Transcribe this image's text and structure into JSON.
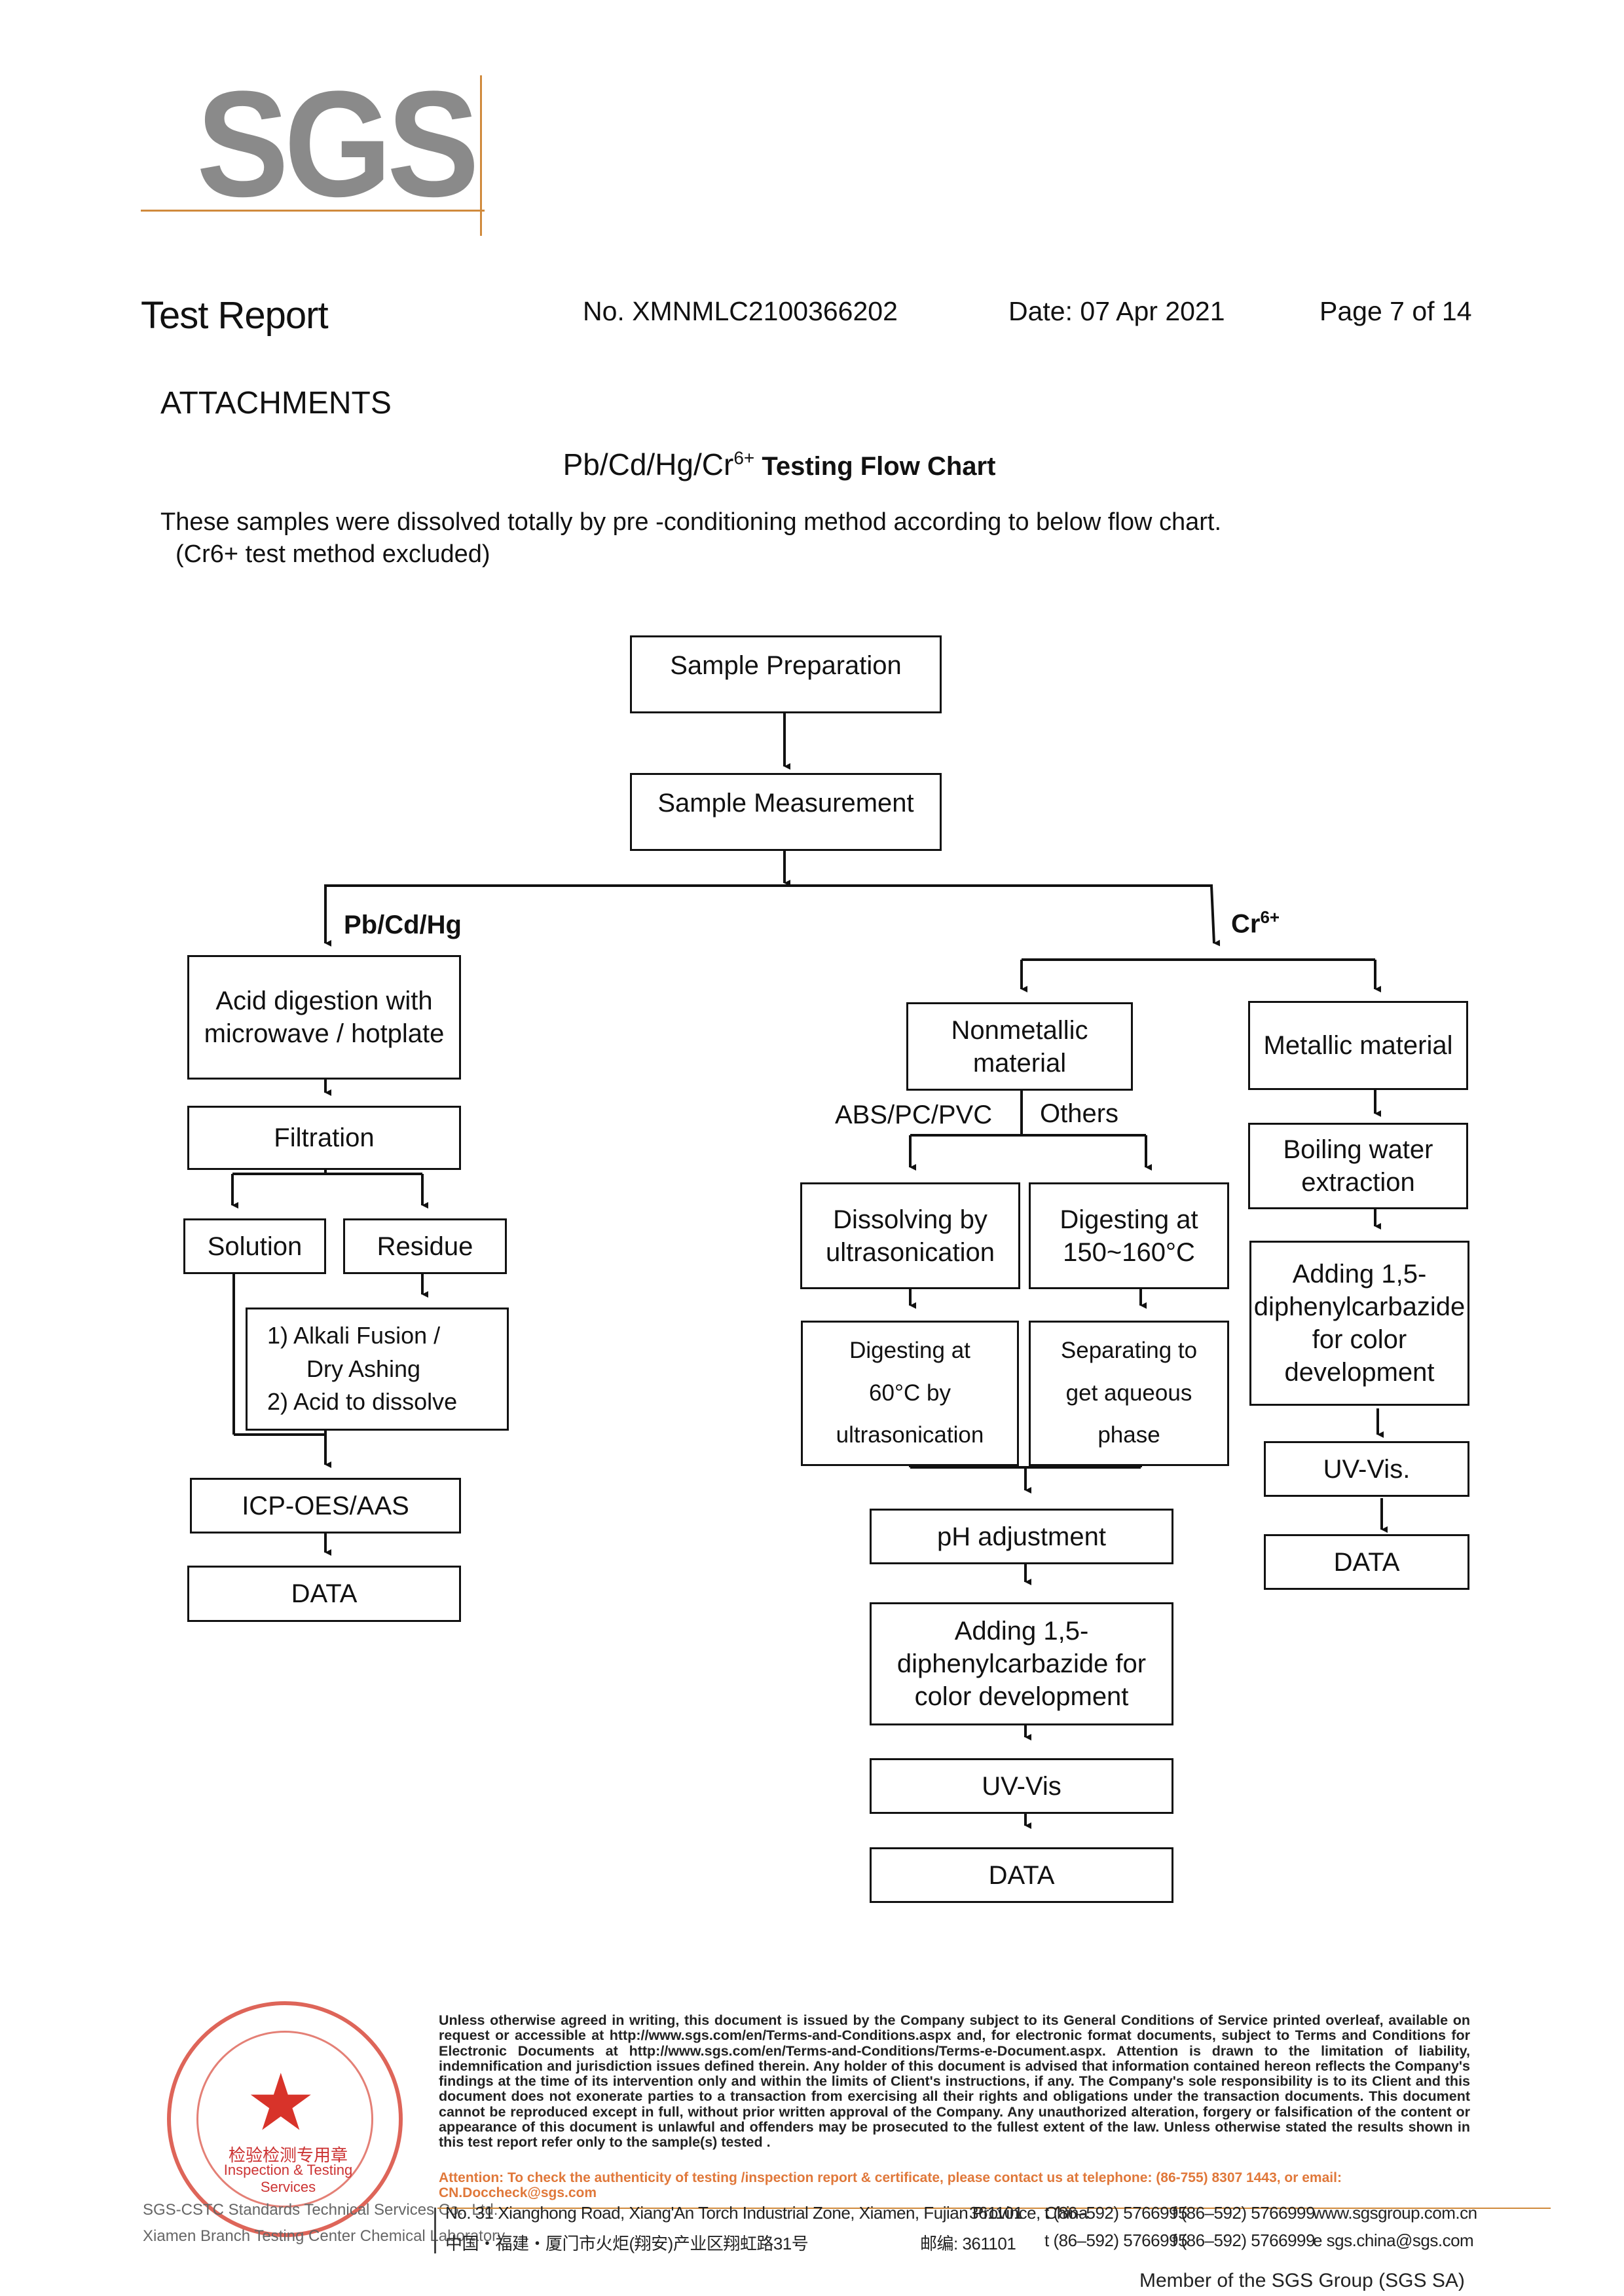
{
  "logo": {
    "text": "SGS"
  },
  "header": {
    "title": "Test Report",
    "number": "No. XMNMLC2100366202",
    "date": "Date: 07 Apr 2021",
    "page": "Page 7 of 14"
  },
  "section": "ATTACHMENTS",
  "chart_title": {
    "main": "Pb/Cd/Hg/Cr",
    "sup": "6+",
    "rest": " Testing Flow Chart"
  },
  "intro": {
    "line1": "These samples were dissolved totally by pre -conditioning method according to below flow chart.",
    "line2": "(Cr6+ test method excluded)"
  },
  "flow": {
    "sample_prep": "Sample Preparation",
    "sample_meas": "Sample Measurement",
    "branch_left": "Pb/Cd/Hg",
    "branch_right": "Cr",
    "branch_right_sup": "6+",
    "acid_digestion": "Acid digestion with microwave / hotplate",
    "filtration": "Filtration",
    "solution": "Solution",
    "residue": "Residue",
    "alkali_1": "1) Alkali Fusion /",
    "alkali_2": "Dry Ashing",
    "alkali_3": "2) Acid to dissolve",
    "icp": "ICP-OES/AAS",
    "data_left": "DATA",
    "nonmetallic": "Nonmetallic material",
    "metallic": "Metallic material",
    "abs": "ABS/PC/PVC",
    "others": "Others",
    "dissolving": "Dissolving by ultrasonication",
    "digesting150": "Digesting at 150~160°C",
    "digesting60_1": "Digesting at",
    "digesting60_2": "60°C by",
    "digesting60_3": "ultrasonication",
    "separating_1": "Separating to",
    "separating_2": "get aqueous",
    "separating_3": "phase",
    "ph": "pH adjustment",
    "adding_mid": "Adding 1,5-diphenylcarbazide for color development",
    "uvvis_mid": "UV-Vis",
    "data_mid": "DATA",
    "boiling": "Boiling water extraction",
    "adding_right": "Adding 1,5-diphenylcarbazide for color development",
    "uvvis_right": "UV-Vis.",
    "data_right": "DATA"
  },
  "footer": {
    "legal": "Unless otherwise agreed in writing, this document is issued by the Company subject to its General Conditions of Service printed overleaf, available on request or accessible at http://www.sgs.com/en/Terms-and-Conditions.aspx and, for electronic format documents, subject to Terms and Conditions for Electronic Documents at http://www.sgs.com/en/Terms-and-Conditions/Terms-e-Document.aspx. Attention is drawn to the limitation of liability, indemnification and jurisdiction issues defined therein. Any holder of this document is advised that information contained hereon reflects the Company's findings at the time of its intervention only and within the limits of Client's instructions, if any. The Company's sole responsibility is to its Client and this document does not exonerate parties to a transaction from exercising all their rights and obligations under the transaction documents. This document cannot be reproduced except in full, without prior written approval of the Company. Any unauthorized alteration, forgery or falsification of the content or appearance of this document is unlawful and offenders may be prosecuted to the fullest extent of the law. Unless otherwise stated the results shown in this test report refer only to the sample(s) tested .",
    "attention": "Attention: To check the authenticity of testing /inspection report & certificate, please contact us at telephone: (86-755) 8307 1443, or email: CN.Doccheck@sgs.com",
    "stamp_cn": "检验检测专用章",
    "stamp_en": "Inspection & Testing Services",
    "company_1": "SGS-CSTC Standards Technical Services Co., Ltd.",
    "company_2": "Xiamen Branch Testing Center Chemical Laboratory",
    "addr_en": "No. 31 Xianghong Road, Xiang'An Torch Industrial Zone, Xiamen, Fujian Province, China",
    "addr_cn": "中国・福建・厦门市火炬(翔安)产业区翔虹路31号",
    "zip_en": "361101",
    "zip_cn": "邮编: 361101",
    "tel1": "t (86–592) 5766995",
    "fax1": "f (86–592) 5766999",
    "web": "www.sgsgroup.com.cn",
    "tel2": "t (86–592) 5766995",
    "fax2": "f (86–592) 5766999",
    "email": "e sgs.china@sgs.com",
    "member": "Member of the SGS Group (SGS SA)"
  }
}
